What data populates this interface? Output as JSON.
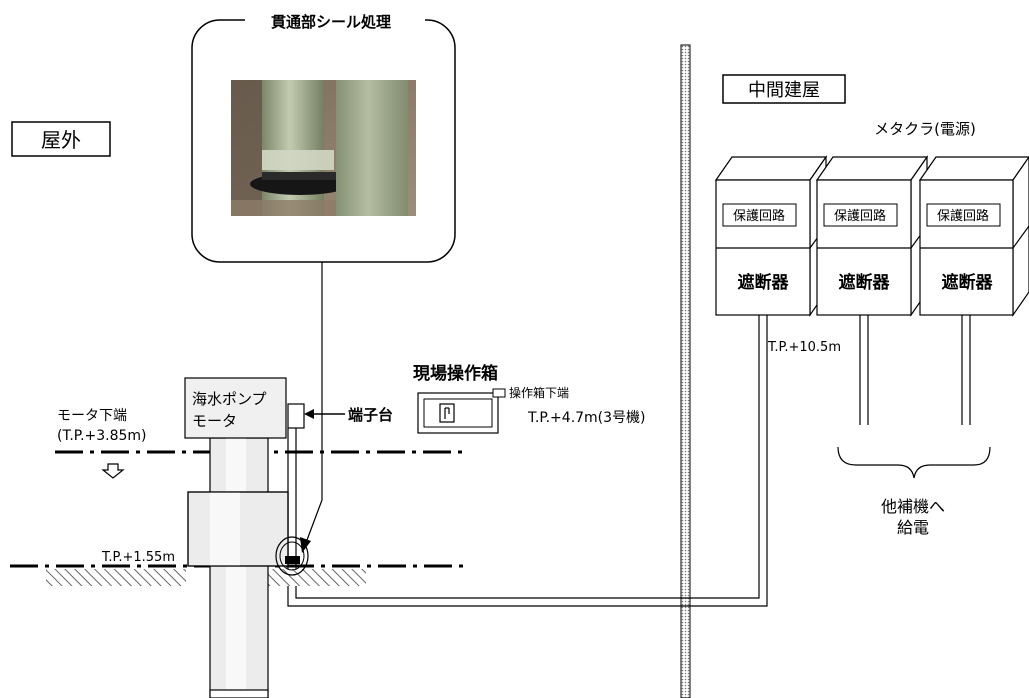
{
  "labels": {
    "outdoor": "屋外",
    "intermediate_building": "中間建屋",
    "penetration_seal": "貫通部シール処理",
    "metaclad": "メタクラ(電源)",
    "protection_circuit": "保護回路",
    "breaker": "遮断器",
    "elevation_10_5": "T.P.+10.5m",
    "local_panel": "現場操作箱",
    "panel_bottom": "操作箱下端",
    "panel_bottom_value": "T.P.+4.7m(3号機)",
    "terminal_block": "端子台",
    "pump_motor_line1": "海水ポンプ",
    "pump_motor_line2": "モータ",
    "motor_bottom_line1": "モータ下端",
    "motor_bottom_line2": "(T.P.+3.85m)",
    "elevation_1_55": "T.P.+1.55m",
    "other_aux_line1": "他補機へ",
    "other_aux_line2": "給電"
  },
  "photo": {
    "colors": {
      "pipe": "#8f9a7c",
      "pipe_light": "#b9c1a4",
      "background": "#6b5a4a",
      "seal": "#1a1a1a"
    }
  }
}
